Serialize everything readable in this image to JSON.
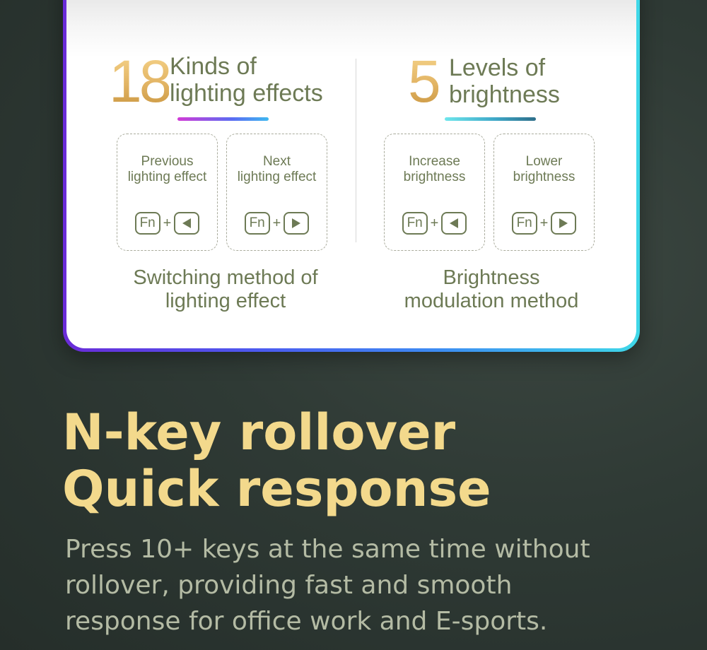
{
  "lighting": {
    "count": "18",
    "line1": "Kinds of",
    "line2": "lighting effects",
    "boxes": [
      {
        "line1": "Previous",
        "line2": "lighting effect",
        "fn": "Fn",
        "plus": "+",
        "arrow": "left-arrow-icon"
      },
      {
        "line1": "Next",
        "line2": "lighting effect",
        "fn": "Fn",
        "plus": "+",
        "arrow": "right-arrow-icon"
      }
    ],
    "caption_line1": "Switching method of",
    "caption_line2": "lighting effect"
  },
  "brightness": {
    "count": "5",
    "line1": "Levels of",
    "line2": "brightness",
    "boxes": [
      {
        "line1": "Increase",
        "line2": "brightness",
        "fn": "Fn",
        "plus": "+",
        "arrow": "left-arrow-icon"
      },
      {
        "line1": "Lower",
        "line2": "brightness",
        "fn": "Fn",
        "plus": "+",
        "arrow": "right-arrow-icon"
      }
    ],
    "caption_line1": "Brightness",
    "caption_line2": "modulation method"
  },
  "hero": {
    "line1": "N-key rollover",
    "line2": "Quick response"
  },
  "description": {
    "line1": "Press 10+ keys at the same time without",
    "line2": "rollover, providing fast and smooth",
    "line3": "response for office work and E-sports."
  },
  "colors": {
    "accent_gold": "#f3d98c",
    "text_olive": "#6d7a55",
    "frame_purple": "#6a2bd8",
    "frame_cyan": "#3fd8e8"
  }
}
